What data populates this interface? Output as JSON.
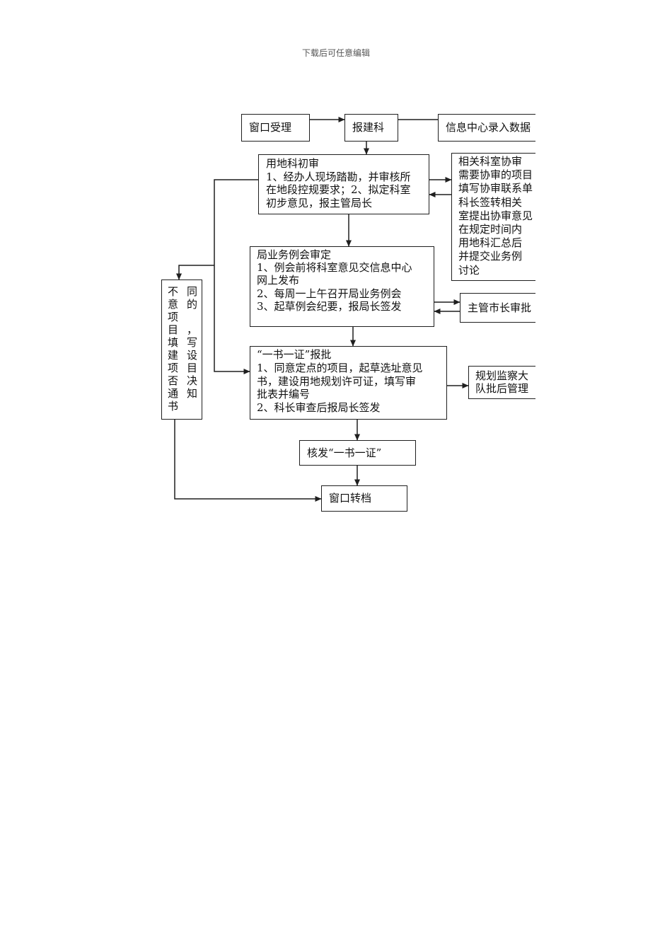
{
  "header": {
    "note": "下载后可任意编辑"
  },
  "flowchart": {
    "window_accept": {
      "label": "窗口受理"
    },
    "construction_dept": {
      "label": "报建科"
    },
    "info_center": {
      "label": "信息中心录入数据"
    },
    "land_dept_review": {
      "title": "用地科初审",
      "lines": [
        "1、经办人现场踏勘，并审核所",
        "在地段控规要求；2、拟定科室",
        "初步意见，报主管局长"
      ]
    },
    "related_dept_assist": {
      "lines": [
        "相关科室协审",
        "需要协审的项目",
        "填写协审联系单",
        "科长签转相关",
        "室提出协审意见",
        "在规定时间内",
        "用地科汇总后",
        "并提交业务例",
        "讨论"
      ]
    },
    "bureau_meeting": {
      "title": "局业务例会审定",
      "lines": [
        "1、例会前将科室意见交信息中心",
        "网上发布",
        "2、每周一上午召开局业务例会",
        "3、起草例会纪要，报局长签发"
      ]
    },
    "mayor_approval": {
      "label": "主管市长审批"
    },
    "one_book_one_cert": {
      "title": "“一书一证”报批",
      "lines": [
        "1、同意定点的项目，起草选址意见",
        "书，建设用地规划许可证，填写审",
        "批表并编号",
        "2、科长审查后报局长签发"
      ]
    },
    "supervision": {
      "lines": [
        "规划监察大",
        "队批后管理"
      ]
    },
    "issue_cert": {
      "label": "核发“一书一证”"
    },
    "window_archive": {
      "label": "窗口转档"
    },
    "rejection": {
      "lines": [
        "不同",
        "意的",
        "项",
        "目，",
        "填写",
        "建设",
        "项目",
        "否决",
        "通知",
        "书"
      ]
    }
  }
}
